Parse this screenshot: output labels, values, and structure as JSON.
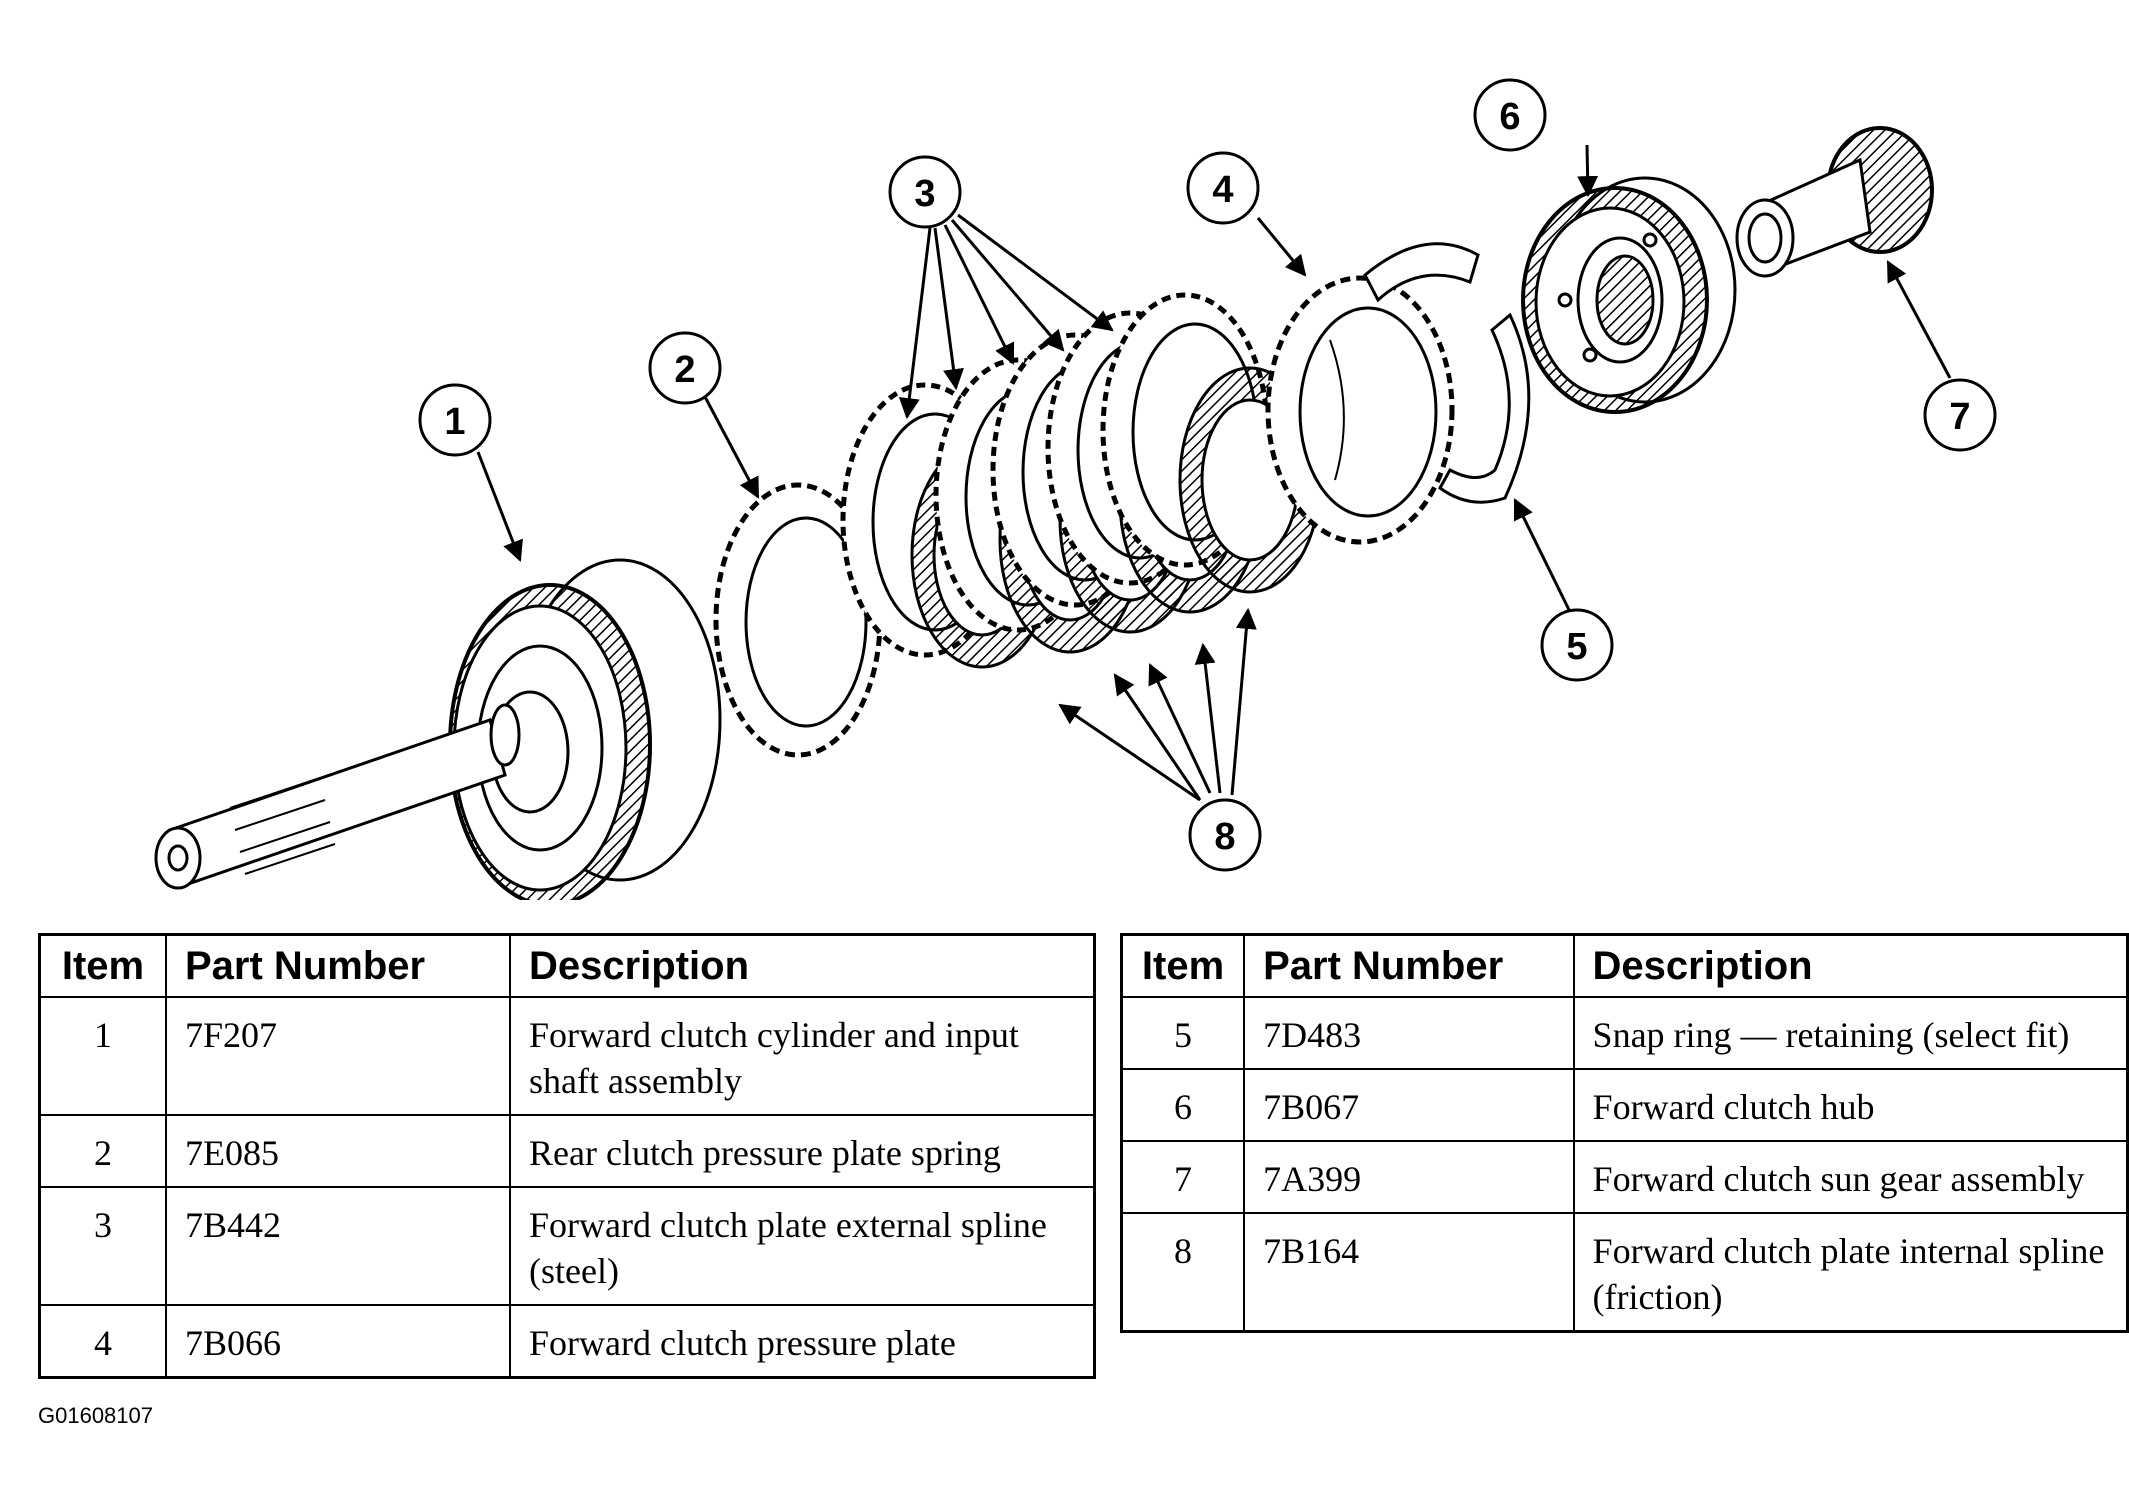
{
  "callouts": [
    "1",
    "2",
    "3",
    "4",
    "5",
    "6",
    "7",
    "8"
  ],
  "table_headers": {
    "item": "Item",
    "part_number": "Part Number",
    "description": "Description"
  },
  "tables": [
    {
      "rows": [
        {
          "item": "1",
          "part_number": "7F207",
          "description": "Forward clutch cylinder and input shaft assembly"
        },
        {
          "item": "2",
          "part_number": "7E085",
          "description": "Rear clutch pressure plate spring"
        },
        {
          "item": "3",
          "part_number": "7B442",
          "description": "Forward clutch plate external spline (steel)"
        },
        {
          "item": "4",
          "part_number": "7B066",
          "description": "Forward clutch pressure plate"
        }
      ]
    },
    {
      "rows": [
        {
          "item": "5",
          "part_number": "7D483",
          "description": "Snap ring — retaining (select fit)"
        },
        {
          "item": "6",
          "part_number": "7B067",
          "description": "Forward clutch hub"
        },
        {
          "item": "7",
          "part_number": "7A399",
          "description": "Forward clutch sun gear assembly"
        },
        {
          "item": "8",
          "part_number": "7B164",
          "description": "Forward clutch plate internal spline (friction)"
        }
      ]
    }
  ],
  "figure_code": "G01608107"
}
